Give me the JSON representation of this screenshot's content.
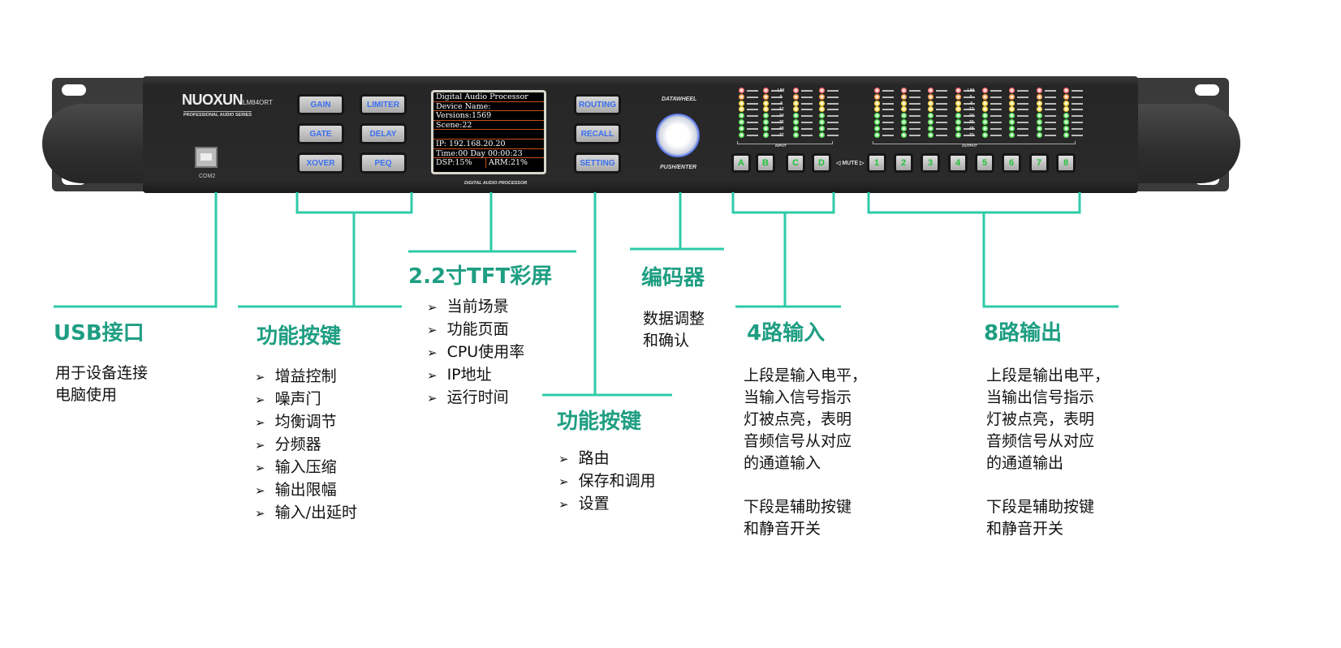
{
  "device": {
    "brand": "NUOXUN",
    "model": "LM84ORT",
    "series": "PROFESSIONAL AUDIO SERIES",
    "usb_label": "COM2",
    "left_buttons": [
      "GAIN",
      "LIMITER",
      "GATE",
      "DELAY",
      "XOVER",
      "PEQ"
    ],
    "right_buttons": [
      "ROUTING",
      "RECALL",
      "SETTING"
    ],
    "lcd_lines": [
      "Digital Audio Processor",
      "Device Name:",
      "Versions:1569",
      "Scene:22",
      "",
      "IP: 192.168.20.20",
      "Time:00 Day 00:00:23"
    ],
    "lcd_dsp": "DSP:15%",
    "lcd_arm": "ARM:21%",
    "lcd_caption": "DIGITAL AUDIO PROCESSOR",
    "wheel_top": "DATAWHEEL",
    "wheel_bottom": "PUSH/ENTER",
    "meter_levels": [
      "LIM",
      "0",
      "-6",
      "-12",
      "-24",
      "-36",
      "-48",
      "-72"
    ],
    "input_label": "INPUT",
    "output_label": "OUTPUT",
    "mute_label": "◁ MUTE ▷",
    "input_buttons": [
      "A",
      "B",
      "C",
      "D"
    ],
    "output_buttons": [
      "1",
      "2",
      "3",
      "4",
      "5",
      "6",
      "7",
      "8"
    ],
    "accent_button_text": "#3a6ff0",
    "mute_text": "#22c23a"
  },
  "annotations": {
    "line_color": "#2ecba8",
    "heading_color": "#1e9e82",
    "usb": {
      "title": "USB接口",
      "lines": [
        "用于设备连接",
        "电脑使用"
      ]
    },
    "func1": {
      "title": "功能按键",
      "items": [
        "增益控制",
        "噪声门",
        "均衡调节",
        "分频器",
        "输入压缩",
        "输出限幅",
        "输入/出延时"
      ]
    },
    "tft": {
      "title": "2.2寸TFT彩屏",
      "items": [
        "当前场景",
        "功能页面",
        "CPU使用率",
        "IP地址",
        "运行时间"
      ]
    },
    "func2": {
      "title": "功能按键",
      "items": [
        "路由",
        "保存和调用",
        "设置"
      ]
    },
    "encoder": {
      "title": "编码器",
      "lines": [
        "数据调整",
        "和确认"
      ]
    },
    "input": {
      "title": "4路输入",
      "lines": [
        "上段是输入电平，",
        "当输入信号指示",
        "灯被点亮，表明",
        "音频信号从对应",
        "的通道输入",
        "",
        "下段是辅助按键",
        "和静音开关"
      ]
    },
    "output": {
      "title": "8路输出",
      "lines": [
        "上段是输出电平，",
        "当输出信号指示",
        "灯被点亮，表明",
        "音频信号从对应",
        "的通道输出",
        "",
        "下段是辅助按键",
        "和静音开关"
      ]
    }
  }
}
